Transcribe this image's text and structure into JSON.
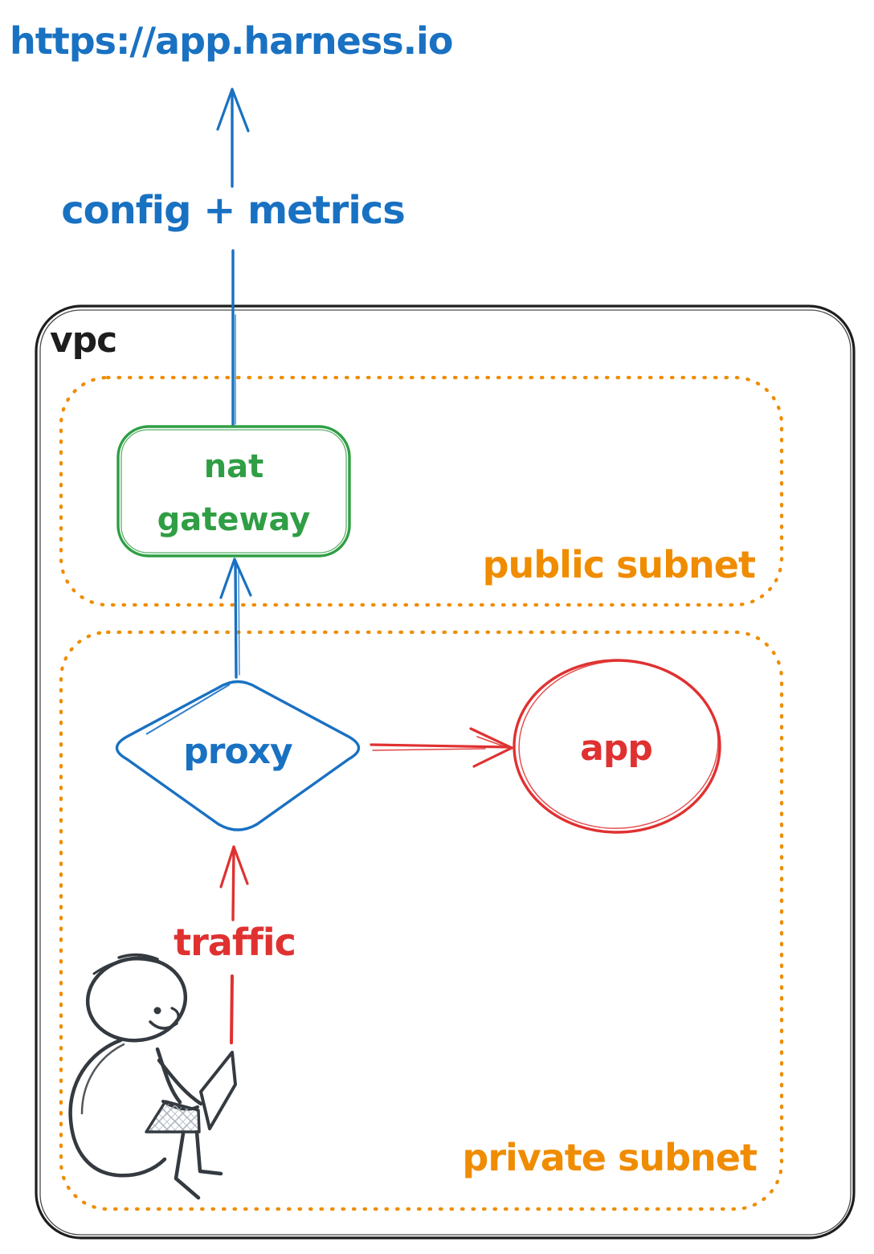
{
  "labels": {
    "url": "https://app.harness.io",
    "flow": "config + metrics",
    "vpc": "vpc",
    "nat_gateway_line1": "nat",
    "nat_gateway_line2": "gateway",
    "public_subnet": "public subnet",
    "proxy": "proxy",
    "app": "app",
    "traffic": "traffic",
    "private_subnet": "private subnet"
  },
  "colors": {
    "blue": "#1971c2",
    "green": "#2f9e44",
    "orange": "#f08c00",
    "red": "#e03131",
    "ink": "#1e1e1e",
    "figure": "#343a40",
    "background": "#ffffff"
  },
  "nodes": [
    {
      "id": "vpc",
      "label": "vpc",
      "shape": "rounded-rectangle",
      "style": "solid",
      "color": "ink"
    },
    {
      "id": "public-subnet",
      "label": "public subnet",
      "shape": "rounded-rectangle",
      "style": "dotted",
      "color": "orange",
      "parent": "vpc"
    },
    {
      "id": "private-subnet",
      "label": "private subnet",
      "shape": "rounded-rectangle",
      "style": "dotted",
      "color": "orange",
      "parent": "vpc"
    },
    {
      "id": "nat-gateway",
      "label": "nat gateway",
      "shape": "rounded-rectangle",
      "style": "solid",
      "color": "green",
      "parent": "public-subnet"
    },
    {
      "id": "proxy",
      "label": "proxy",
      "shape": "diamond",
      "style": "solid",
      "color": "blue",
      "parent": "private-subnet"
    },
    {
      "id": "app",
      "label": "app",
      "shape": "ellipse",
      "style": "solid",
      "color": "red",
      "parent": "private-subnet"
    },
    {
      "id": "user",
      "label": "person with laptop",
      "shape": "hand-drawn-figure",
      "color": "figure",
      "parent": "private-subnet"
    },
    {
      "id": "harness",
      "label": "https://app.harness.io",
      "shape": "text",
      "color": "blue"
    }
  ],
  "edges": [
    {
      "from": "user",
      "to": "proxy",
      "label": "traffic",
      "color": "red",
      "direction": "up"
    },
    {
      "from": "proxy",
      "to": "app",
      "label": "",
      "color": "red",
      "direction": "right"
    },
    {
      "from": "proxy",
      "to": "nat-gateway",
      "label": "",
      "color": "blue",
      "direction": "up"
    },
    {
      "from": "nat-gateway",
      "to": "harness",
      "label": "config + metrics",
      "color": "blue",
      "direction": "up"
    }
  ]
}
